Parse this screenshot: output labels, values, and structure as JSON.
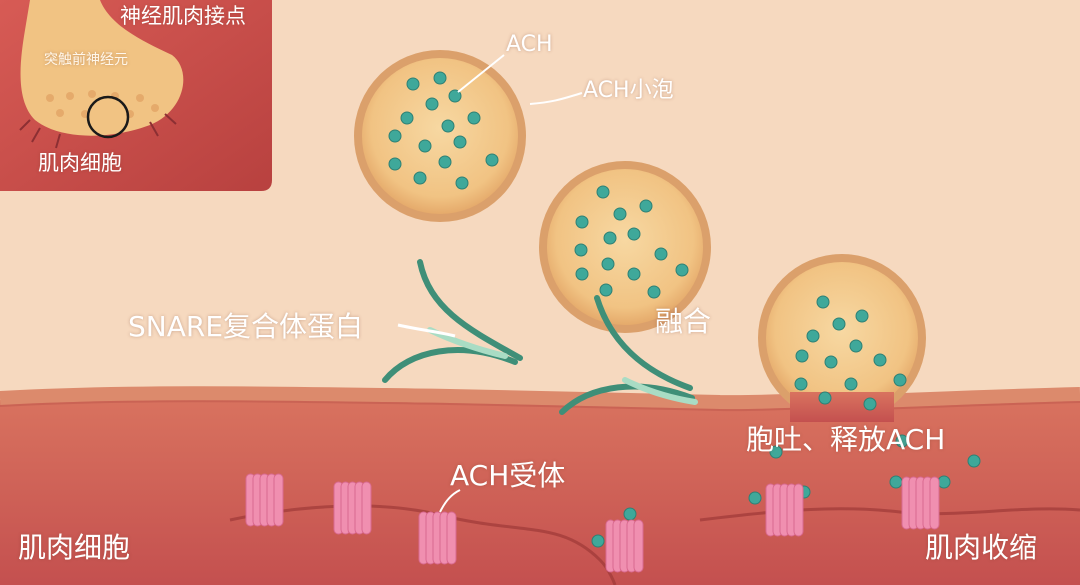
{
  "inset": {
    "title": "神经肌肉接点",
    "neuron_label": "突触前神经元",
    "muscle_label": "肌肉细胞"
  },
  "labels": {
    "ach": "ACH",
    "ach_vesicle": "ACH小泡",
    "snare": "SNARE复合体蛋白",
    "fusion": "融合",
    "exocytosis": "胞吐、释放ACH",
    "ach_receptor": "ACH受体",
    "muscle_cell": "肌肉细胞",
    "muscle_contraction": "肌肉收缩"
  },
  "colors": {
    "cytoplasm": "#f6d9bf",
    "vesicle_fill": "#f4c98c",
    "vesicle_rim": "#dba06b",
    "ach_molecule": "#3fa89a",
    "membrane": "#d9826a",
    "muscle": "#cf5b56",
    "receptor": "#f08fb0",
    "snare_protein": "#3f8f78",
    "inset_bg": "#cc4f4c"
  }
}
